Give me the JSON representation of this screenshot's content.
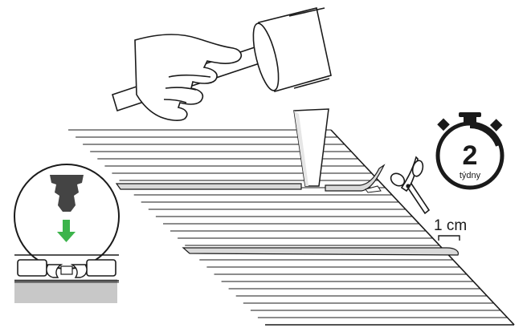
{
  "timer": {
    "number": "2",
    "unit": "týdny"
  },
  "measurement": {
    "label": "1 cm"
  },
  "icons": [
    "mallet-icon",
    "hand-icon",
    "wedge-icon",
    "scissors-icon",
    "stopwatch-icon",
    "down-arrow-icon",
    "clip-icon"
  ],
  "colors": {
    "line": "#1a1a1a",
    "arrow": "#3cb44b",
    "clip": "#444444",
    "floor": "#c8c8c8",
    "strip": "#d9d9d9"
  }
}
